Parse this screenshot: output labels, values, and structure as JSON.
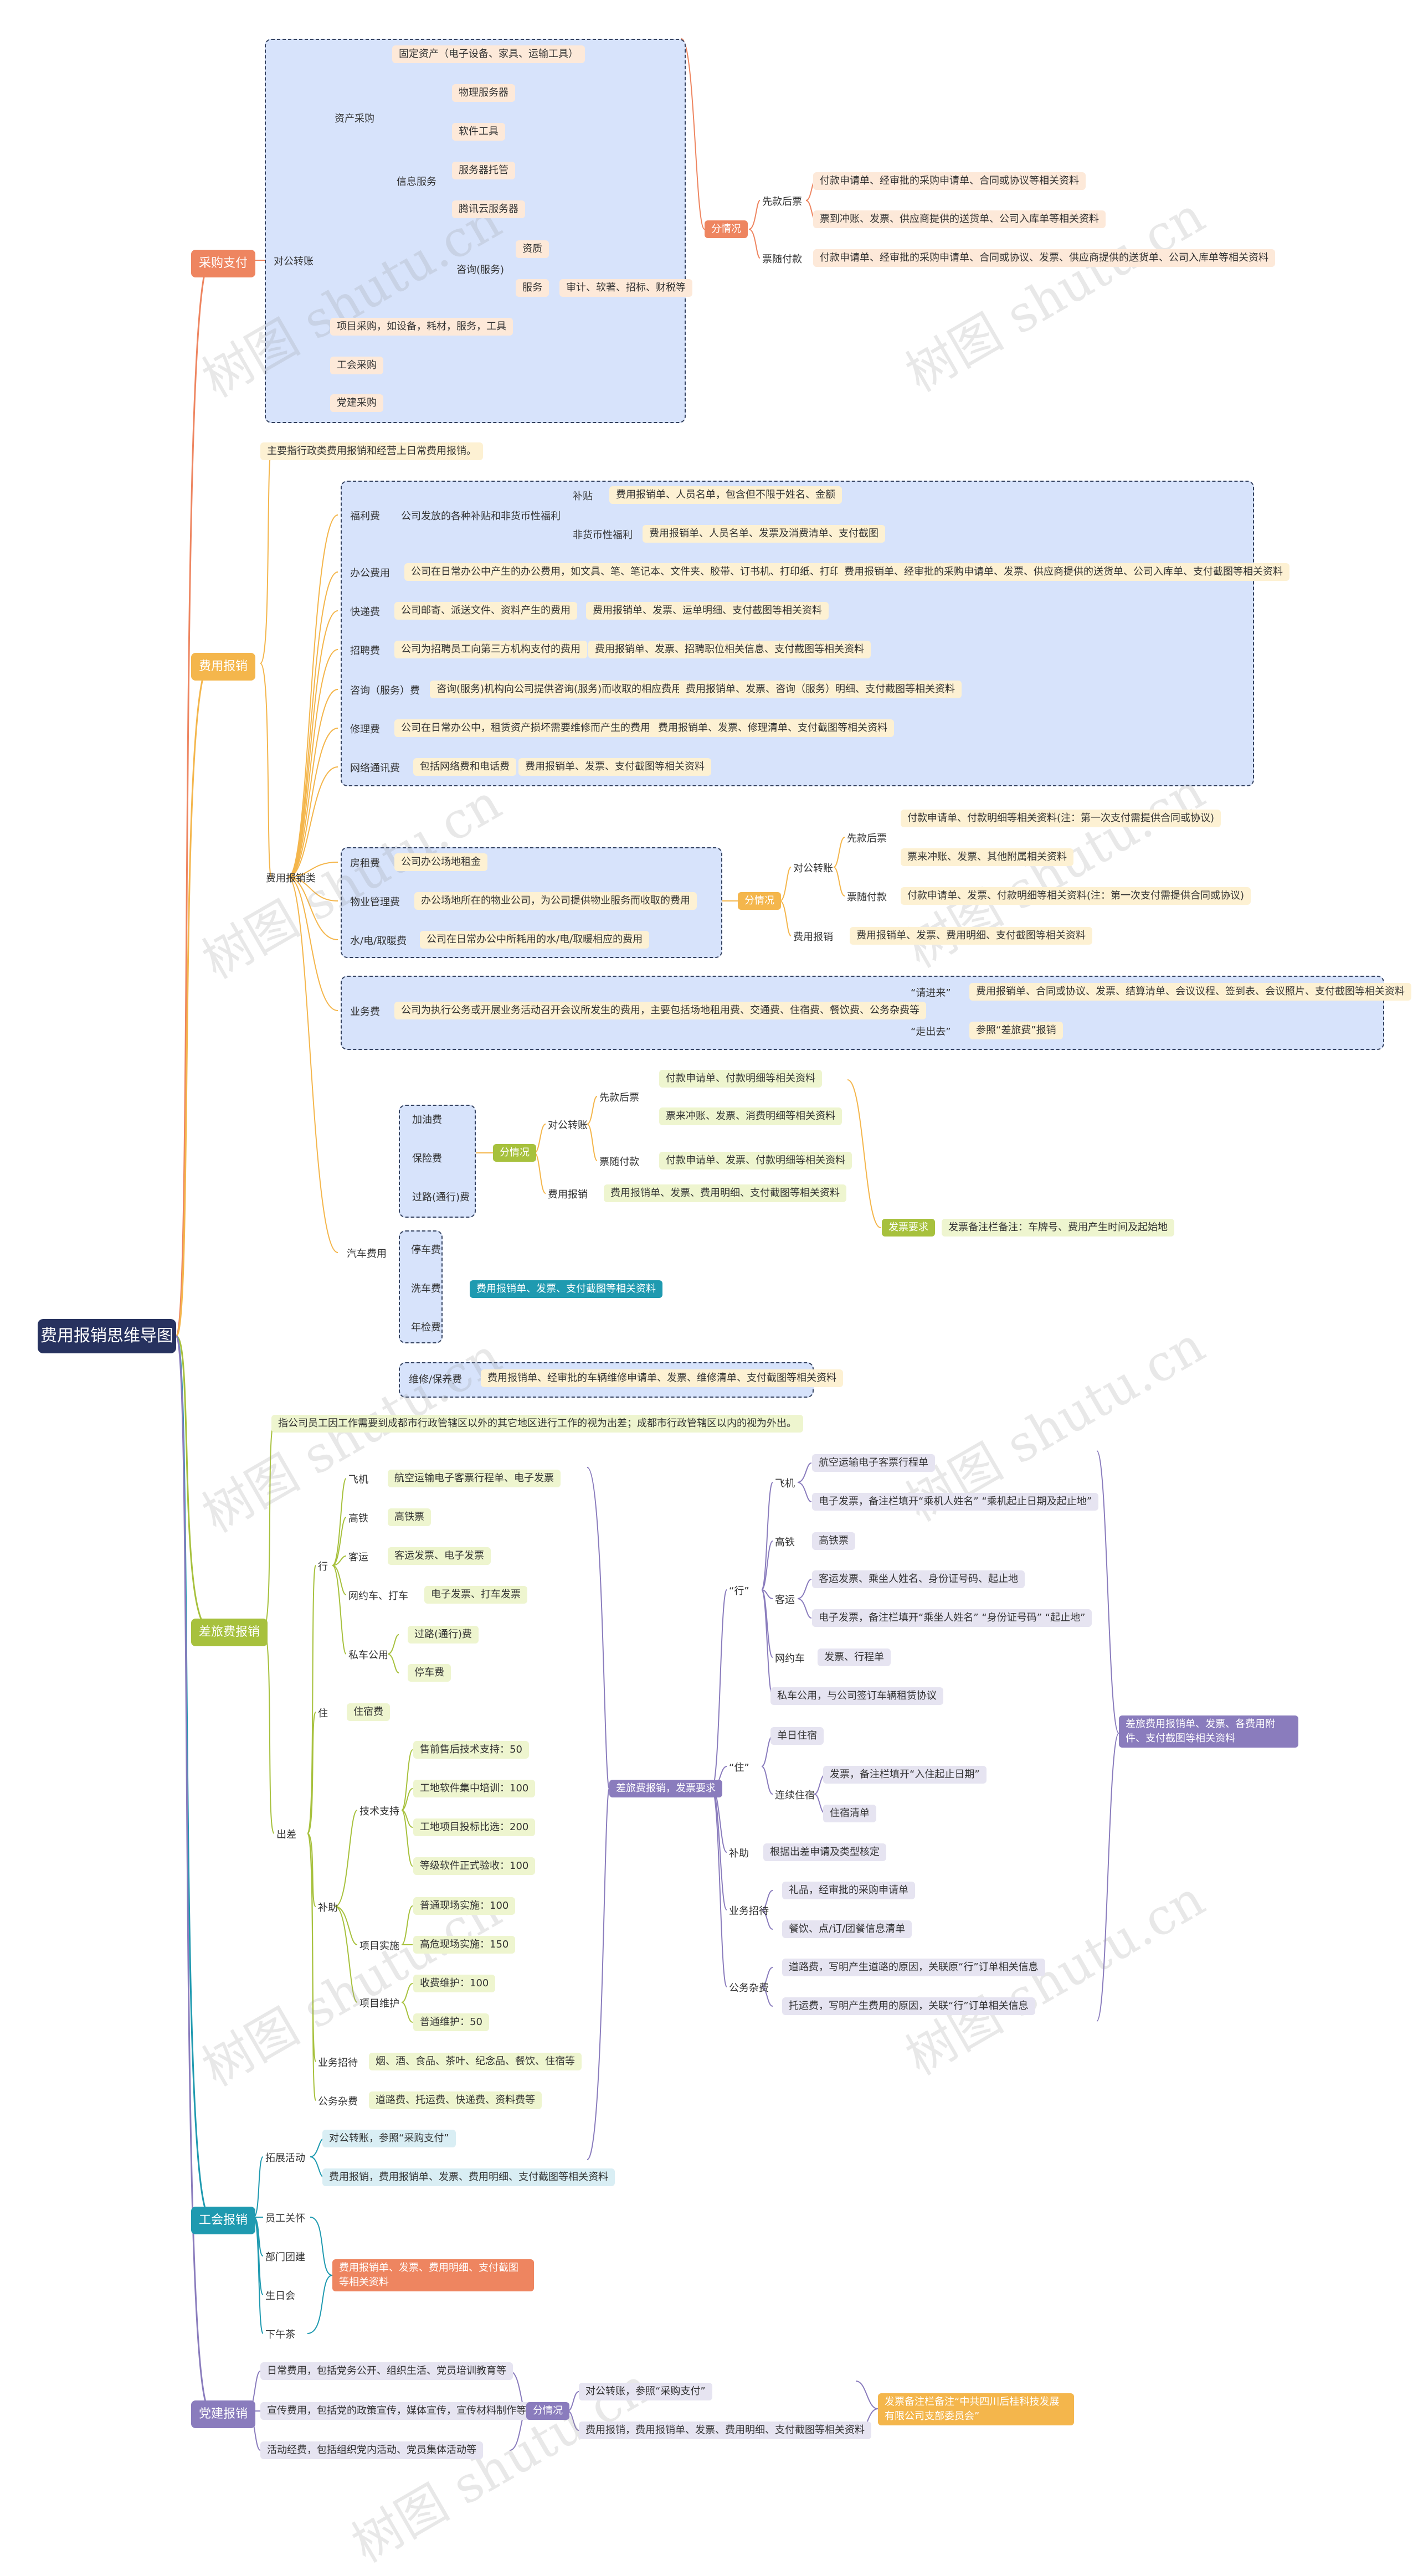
{
  "root": "费用报销思维导图",
  "watermark": "树图 shutu.cn",
  "colors": {
    "purchase": "#ee8560",
    "expense": "#f4b64c",
    "travel": "#a7c13d",
    "union": "#1f9ab0",
    "party": "#8a7cbd",
    "root": "#27325f"
  },
  "purchase": {
    "title": "采购支付",
    "public_transfer": "对公转账",
    "asset_purchase": "资产采购",
    "fixed_assets": "固定资产（电子设备、家具、运输工具）",
    "info_service": "信息服务",
    "physical_server": "物理服务器",
    "software_tools": "软件工具",
    "server_hosting": "服务器托管",
    "cloud_server": "腾讯云服务器",
    "consulting_service": "咨询(服务)",
    "funding": "资质",
    "service": "服务",
    "service_items": "审计、软著、招标、财税等",
    "project_purchase": "项目采购，如设备，耗材，服务，工具",
    "union_purchase": "工会采购",
    "party_purchase": "党建采购",
    "case": "分情况",
    "prepay_invoice": "先款后票",
    "prepay_doc1": "付款申请单、经审批的采购申请单、合同或协议等相关资料",
    "prepay_doc2": "票到冲账、发票、供应商提供的送货单、公司入库单等相关资料",
    "invoice_pay": "票随付款",
    "invoice_pay_doc": "付款申请单、经审批的采购申请单、合同或协议、发票、供应商提供的送货单、公司入库单等相关资料"
  },
  "expense": {
    "title": "费用报销",
    "note": "主要指行政类费用报销和经营上日常费用报销。",
    "welfare": "福利费",
    "welfare_desc": "公司发放的各种补贴和非货币性福利",
    "subsidy": "补贴",
    "subsidy_doc": "费用报销单、人员名单，包含但不限于姓名、金额",
    "nonmonetary": "非货币性福利",
    "nonmonetary_doc": "费用报销单、人员名单、发票及消费清单、支付截图",
    "office": "办公费用",
    "office_desc": "公司在日常办公中产生的办公费用，如文具、笔、笔记本、文件夹、胶带、订书机、打印纸、打印墨盒等",
    "office_doc": "费用报销单、经审批的采购申请单、发票、供应商提供的送货单、公司入库单、支付截图等相关资料",
    "express": "快递费",
    "express_desc": "公司邮寄、派送文件、资料产生的费用",
    "express_doc": "费用报销单、发票、运单明细、支付截图等相关资料",
    "recruit": "招聘费",
    "recruit_desc": "公司为招聘员工向第三方机构支付的费用",
    "recruit_doc": "费用报销单、发票、招聘职位相关信息、支付截图等相关资料",
    "consult": "咨询（服务）费",
    "consult_desc": "咨询(服务)机构向公司提供咨询(服务)而收取的相应费用",
    "consult_doc": "费用报销单、发票、咨询（服务）明细、支付截图等相关资料",
    "repair": "修理费",
    "repair_desc": "公司在日常办公中，租赁资产损坏需要维修而产生的费用",
    "repair_doc": "费用报销单、发票、修理清单、支付截图等相关资料",
    "telecom": "网络通讯费",
    "telecom_desc": "包括网络费和电话费",
    "telecom_doc": "费用报销单、发票、支付截图等相关资料",
    "rent_cat": "费用报销类",
    "rent": "房租费",
    "rent_desc": "公司办公场地租金",
    "property": "物业管理费",
    "property_desc": "办公场地所在的物业公司，为公司提供物业服务而收取的费用",
    "utilities": "水/电/取暖费",
    "utilities_desc": "公司在日常办公中所耗用的水/电/取暖相应的费用",
    "case": "分情况",
    "public_transfer": "对公转账",
    "prepay_invoice": "先款后票",
    "prepay_doc1": "付款申请单、付款明细等相关资料(注：第一次支付需提供合同或协议)",
    "prepay_doc2": "票来冲账、发票、其他附属相关资料",
    "invoice_pay": "票随付款",
    "invoice_pay_doc": "付款申请单、发票、付款明细等相关资料(注：第一次支付需提供合同或协议)",
    "reimburse": "费用报销",
    "reimburse_doc": "费用报销单、发票、费用明细、支付截图等相关资料",
    "business": "业务费",
    "business_desc": "公司为执行公务或开展业务活动召开会议所发生的费用，主要包括场地租用费、交通费、住宿费、餐饮费、公务杂费等",
    "invite_in": "“请进来”",
    "invite_in_doc": "费用报销单、合同或协议、发票、结算清单、会议议程、签到表、会议照片、支付截图等相关资料",
    "go_out": "“走出去”",
    "go_out_doc": "参照“差旅费”报销",
    "car": "汽车费用",
    "fuel": "加油费",
    "insurance": "保险费",
    "toll": "过路(通行)费",
    "car_case": "分情况",
    "car_public": "对公转账",
    "car_prepay": "先款后票",
    "car_prepay_doc1": "付款申请单、付款明细等相关资料",
    "car_prepay_doc2": "票来冲账、发票、消费明细等相关资料",
    "car_invoice_pay": "票随付款",
    "car_invoice_pay_doc": "付款申请单、发票、付款明细等相关资料",
    "car_reimburse": "费用报销",
    "car_reimburse_doc": "费用报销单、发票、费用明细、支付截图等相关资料",
    "parking": "停车费",
    "carwash": "洗车费",
    "inspection": "年检费",
    "car_small_doc": "费用报销单、发票、支付截图等相关资料",
    "maintenance": "维修/保养费",
    "maintenance_doc": "费用报销单、经审批的车辆维修申请单、发票、维修清单、支付截图等相关资料",
    "invoice_req": "发票要求",
    "invoice_req_desc": "发票备注栏备注：车牌号、费用产生时间及起始地"
  },
  "travel": {
    "title": "差旅费报销",
    "note": "指公司员工因工作需要到成都市行政管辖区以外的其它地区进行工作的视为出差；成都市行政管辖区以内的视为外出。",
    "trip": "出差",
    "go": "行",
    "plane": "飞机",
    "plane_doc": "航空运输电子客票行程单、电子发票",
    "rail": "高铁",
    "rail_doc": "高铁票",
    "bus": "客运",
    "bus_doc": "客运发票、电子发票",
    "ride": "网约车、打车",
    "ride_doc": "电子发票、打车发票",
    "private_car": "私车公用",
    "toll": "过路(通行)费",
    "parking": "停车费",
    "stay": "住",
    "stay_doc": "住宿费",
    "subsidy": "补助",
    "tech": "技术支持",
    "tech1": "售前售后技术支持：50",
    "tech2": "工地软件集中培训：100",
    "tech3": "工地项目投标比选：200",
    "tech4": "等级软件正式验收：100",
    "impl": "项目实施",
    "impl1": "普通现场实施：100",
    "impl2": "高危现场实施：150",
    "maint": "项目维护",
    "maint1": "收费维护：100",
    "maint2": "普通维护：50",
    "entertain": "业务招待",
    "entertain_doc": "烟、酒、食品、茶叶、纪念品、餐饮、住宿等",
    "misc": "公务杂费",
    "misc_doc": "道路费、托运费、快递费、资料费等",
    "req": "差旅费报销，发票要求",
    "r_go": "“行”",
    "r_plane": "飞机",
    "r_plane1": "航空运输电子客票行程单",
    "r_plane2": "电子发票，备注栏填开“乘机人姓名” “乘机起止日期及起止地”",
    "r_rail": "高铁",
    "r_rail_doc": "高铁票",
    "r_bus": "客运",
    "r_bus1": "客运发票、乘坐人姓名、身份证号码、起止地",
    "r_bus2": "电子发票，备注栏填开“乘坐人姓名” “身份证号码” “起止地”",
    "r_ride": "网约车",
    "r_ride_doc": "发票、行程单",
    "r_private": "私车公用，与公司签订车辆租赁协议",
    "r_stay": "“住”",
    "r_single": "单日住宿",
    "r_multi": "连续住宿",
    "r_multi1": "发票，备注栏填开“入住起止日期”",
    "r_multi2": "住宿清单",
    "r_sub": "补助",
    "r_sub_doc": "根据出差申请及类型核定",
    "r_ent": "业务招待",
    "r_ent1": "礼品，经审批的采购申请单",
    "r_ent2": "餐饮、点/订/团餐信息清单",
    "r_misc": "公务杂费",
    "r_misc1": "道路费，写明产生道路的原因，关联原“行”订单相关信息",
    "r_misc2": "托运费，写明产生费用的原因，关联“行”订单相关信息",
    "summary": "差旅费用报销单、发票、各费用附件、支付截图等相关资料"
  },
  "union": {
    "title": "工会报销",
    "expand": "拓展活动",
    "expand1": "对公转账，参照“采购支付”",
    "expand2": "费用报销，费用报销单、发票、费用明细、支付截图等相关资料",
    "care": "员工关怀",
    "team": "部门团建",
    "birthday": "生日会",
    "tea": "下午茶",
    "doc": "费用报销单、发票、费用明细、支付截图等相关资料"
  },
  "party": {
    "title": "党建报销",
    "item1": "日常费用，包括党务公开、组织生活、党员培训教育等",
    "item2": "宣传费用，包括党的政策宣传，媒体宣传，宣传材料制作等",
    "item3": "活动经费，包括组织党内活动、党员集体活动等",
    "case": "分情况",
    "pub": "对公转账，参照“采购支付”",
    "reimb": "费用报销，费用报销单、发票、费用明细、支付截图等相关资料",
    "note": "发票备注栏备注“中共四川后桂科技发展有限公司支部委员会”"
  }
}
